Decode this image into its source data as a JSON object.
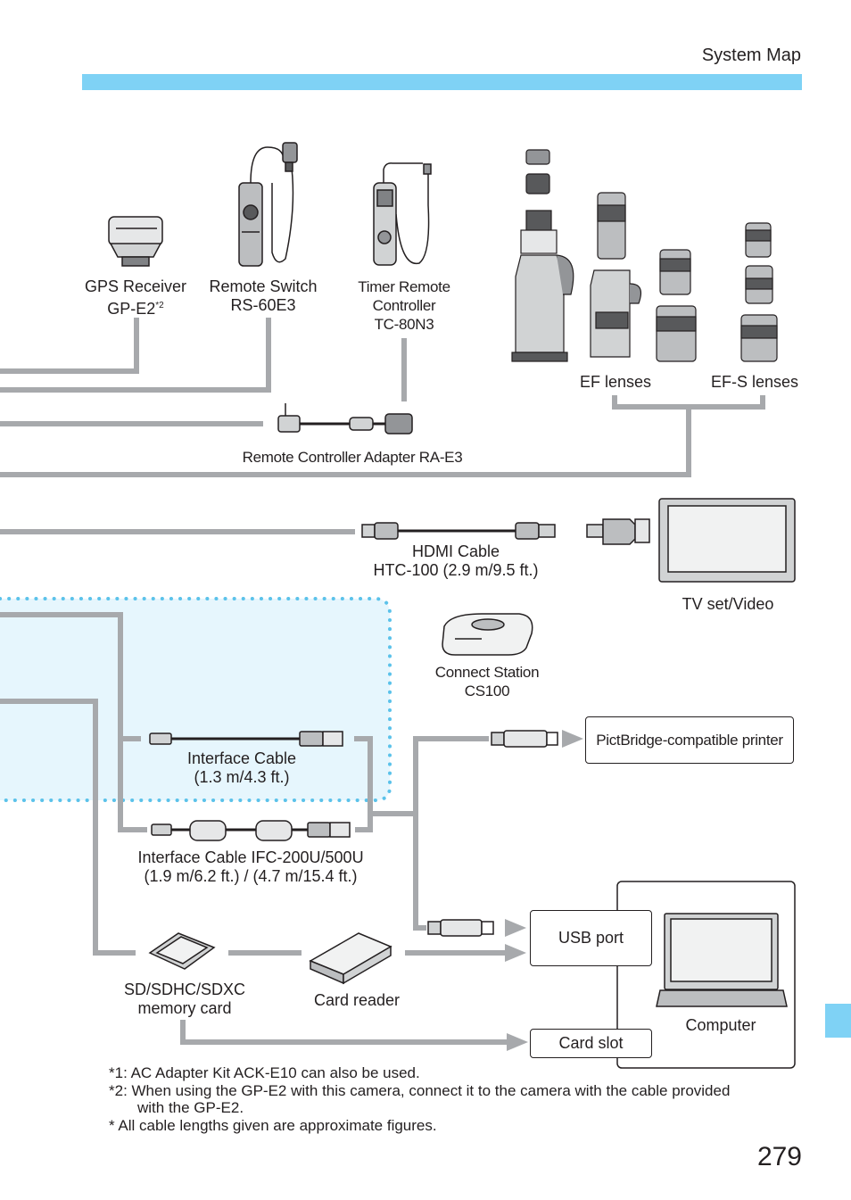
{
  "header": {
    "section_title": "System Map"
  },
  "page_number": "279",
  "devices": {
    "gps": {
      "line1": "GPS Receiver",
      "line2": "GP-E2",
      "sup": "*2"
    },
    "remote_switch": {
      "line1": "Remote Switch",
      "line2": "RS-60E3"
    },
    "timer_remote": {
      "line1": "Timer Remote",
      "line2": "Controller",
      "line3": "TC-80N3"
    },
    "ef_lenses": "EF lenses",
    "efs_lenses": "EF-S lenses",
    "adapter": "Remote Controller Adapter RA-E3",
    "hdmi": {
      "line1": "HDMI Cable",
      "line2": "HTC-100 (2.9 m/9.5 ft.)"
    },
    "tv": "TV set/Video",
    "connect_station": {
      "line1": "Connect Station",
      "line2": "CS100"
    },
    "printer": "PictBridge-compatible printer",
    "interface_cable": {
      "line1": "Interface Cable",
      "line2": "(1.3 m/4.3 ft.)"
    },
    "interface_cable_ifc": {
      "line1": "Interface Cable IFC-200U/500U",
      "line2": "(1.9 m/6.2 ft.) / (4.7 m/15.4 ft.)"
    },
    "usb_port": "USB port",
    "sd_card": {
      "line1": "SD/SDHC/SDXC",
      "line2": "memory card"
    },
    "card_reader": "Card reader",
    "computer": "Computer",
    "card_slot": "Card slot"
  },
  "footnotes": [
    "*1:  AC Adapter Kit ACK-E10 can also be used.",
    "*2:  When using the GP-E2 with this camera, connect it to the camera with the cable provided",
    "with the GP-E2.",
    "*  All cable lengths given are approximate figures."
  ],
  "colors": {
    "accent": "#7fd2f5",
    "connector_line": "#a7a9ac",
    "wifi_area": "#e6f6fd",
    "wifi_dots": "#5bc2ea"
  }
}
